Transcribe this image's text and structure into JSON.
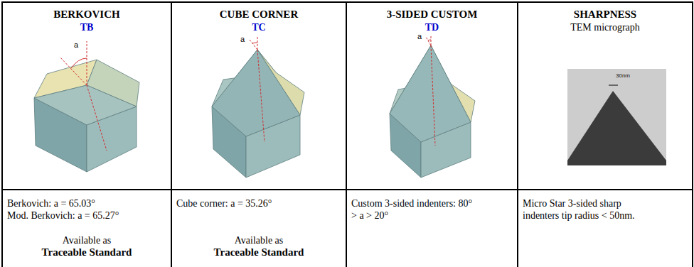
{
  "diagram": {
    "nodes": [
      {
        "text": [
          "BERKOVICH",
          "TB"
        ]
      },
      {
        "text": [
          "CUBE CORNER",
          "TC"
        ]
      },
      {
        "text": [
          "3-SIDED CUSTOM",
          "TD"
        ]
      },
      {
        "text": [
          "SHARPNESS",
          "TEM micrograph"
        ]
      },
      {
        "text": [
          "Berkovich: a = 65.03°",
          "Mod. Berkovich: a = 65.27°",
          "Available as",
          "Traceable Standard"
        ]
      },
      {
        "text": [
          "Cube corner: a = 35.26°",
          "Available as",
          "Traceable Standard"
        ]
      },
      {
        "text": [
          "Custom 3-sided indenters: 80° > a > 20°"
        ]
      },
      {
        "text": [
          "Micro Star 3-sided sharp indenters tip radius < 50nm."
        ]
      }
    ],
    "labels": [
      "a",
      "a",
      "a",
      "30nm"
    ]
  }
}
